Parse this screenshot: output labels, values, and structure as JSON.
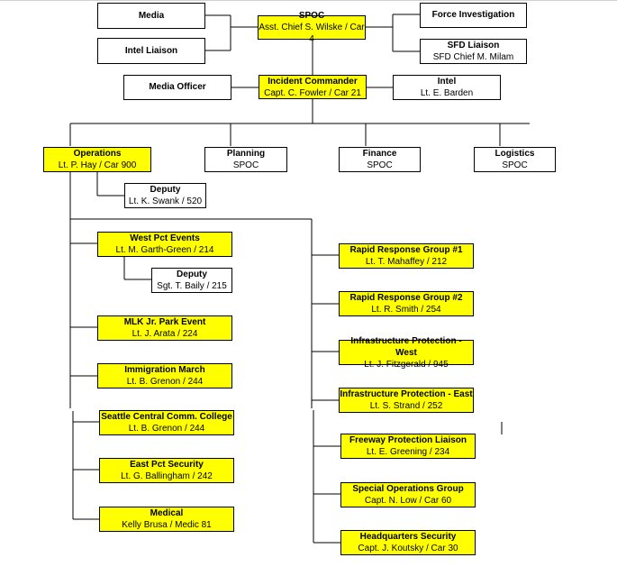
{
  "chart": {
    "top_left": [
      {
        "title": "Media",
        "subtitle": ""
      },
      {
        "title": "Intel Liaison",
        "subtitle": ""
      }
    ],
    "spoc": {
      "title": "SPOC",
      "subtitle": "Asst. Chief S. Wilske / Car 4"
    },
    "top_right": [
      {
        "title": "Force Investigation",
        "subtitle": ""
      },
      {
        "title": "SFD Liaison",
        "subtitle": "SFD Chief M. Milam"
      }
    ],
    "media_officer": {
      "title": "Media Officer",
      "subtitle": ""
    },
    "incident_commander": {
      "title": "Incident Commander",
      "subtitle": "Capt. C. Fowler / Car 21"
    },
    "intel": {
      "title": "Intel",
      "subtitle": "Lt. E. Barden"
    },
    "sections": [
      {
        "title": "Operations",
        "subtitle": "Lt. P. Hay / Car 900"
      },
      {
        "title": "Planning",
        "subtitle": "SPOC"
      },
      {
        "title": "Finance",
        "subtitle": "SPOC"
      },
      {
        "title": "Logistics",
        "subtitle": "SPOC"
      }
    ],
    "ops_deputy": {
      "title": "Deputy",
      "subtitle": "Lt. K. Swank / 520"
    },
    "left_units": [
      {
        "title": "West Pct Events",
        "subtitle": "Lt. M. Garth-Green / 214"
      },
      {
        "title": "MLK Jr. Park Event",
        "subtitle": "Lt. J. Arata  / 224"
      },
      {
        "title": "Immigration March",
        "subtitle": "Lt. B. Grenon / 244"
      },
      {
        "title": "Seattle Central Comm. College",
        "subtitle": "Lt. B. Grenon / 244"
      },
      {
        "title": "East Pct Security",
        "subtitle": "Lt. G. Ballingham / 242"
      },
      {
        "title": "Medical",
        "subtitle": "Kelly Brusa / Medic 81"
      }
    ],
    "west_deputy": {
      "title": "Deputy",
      "subtitle": "Sgt. T. Baily / 215"
    },
    "right_units": [
      {
        "title": "Rapid Response Group #1",
        "subtitle": "Lt. T. Mahaffey / 212"
      },
      {
        "title": "Rapid Response Group #2",
        "subtitle": "Lt. R. Smith / 254"
      },
      {
        "title": "Infrastructure Protection - West",
        "subtitle": "Lt. J. Fitzgerald / 945"
      },
      {
        "title": "Infrastructure Protection - East",
        "subtitle": "Lt. S. Strand / 252"
      },
      {
        "title": "Freeway Protection Liaison",
        "subtitle": "Lt. E. Greening / 234"
      },
      {
        "title": "Special Operations Group",
        "subtitle": "Capt. N. Low / Car 60"
      },
      {
        "title": "Headquarters Security",
        "subtitle": "Capt. J. Koutsky / Car 30"
      }
    ],
    "colors": {
      "highlight": "#ffff00",
      "line": "#000000",
      "box_fill": "#ffffff"
    }
  }
}
